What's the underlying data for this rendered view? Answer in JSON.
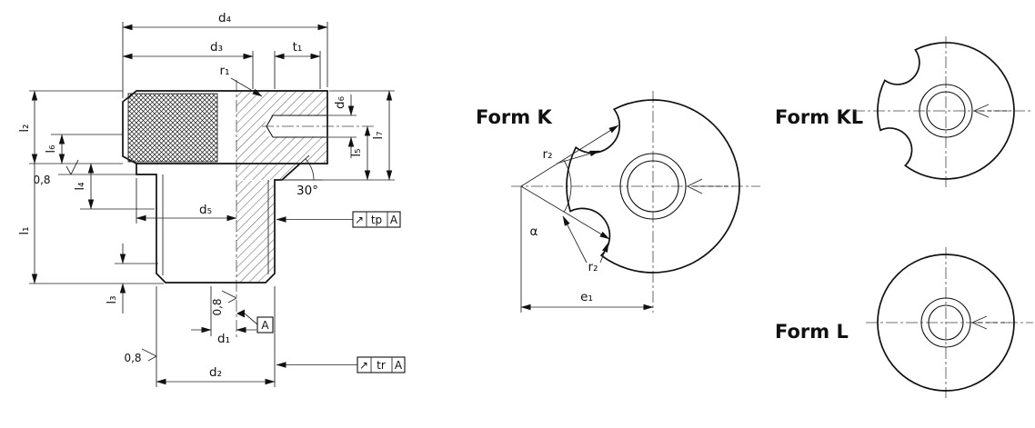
{
  "section_view": {
    "dims": {
      "d4": "d₄",
      "d3": "d₃",
      "t1": "t₁",
      "r1": "r₁",
      "d6": "d₆",
      "l7": "l₇",
      "l5": "l₅",
      "l2": "l₂",
      "l6": "l₆",
      "l4": "l₄",
      "l1": "l₁",
      "l3": "l₃",
      "d5": "d₅",
      "d1": "d₁",
      "d2": "d₂",
      "angle": "30°"
    },
    "surface_finish": {
      "f1": "0,8",
      "f2": "0,8",
      "f3": "0,8"
    },
    "frames": {
      "tp": {
        "arrow": "↗",
        "code": "tp",
        "datum": "A"
      },
      "tr": {
        "arrow": "↗",
        "code": "tr",
        "datum": "A"
      },
      "datum": "A"
    }
  },
  "form_views": {
    "k": {
      "title": "Form K",
      "r2_upper": "r₂",
      "r2_lower": "r₂",
      "alpha": "α",
      "e1": "e₁"
    },
    "kl": {
      "title": "Form KL"
    },
    "l": {
      "title": "Form L"
    }
  }
}
